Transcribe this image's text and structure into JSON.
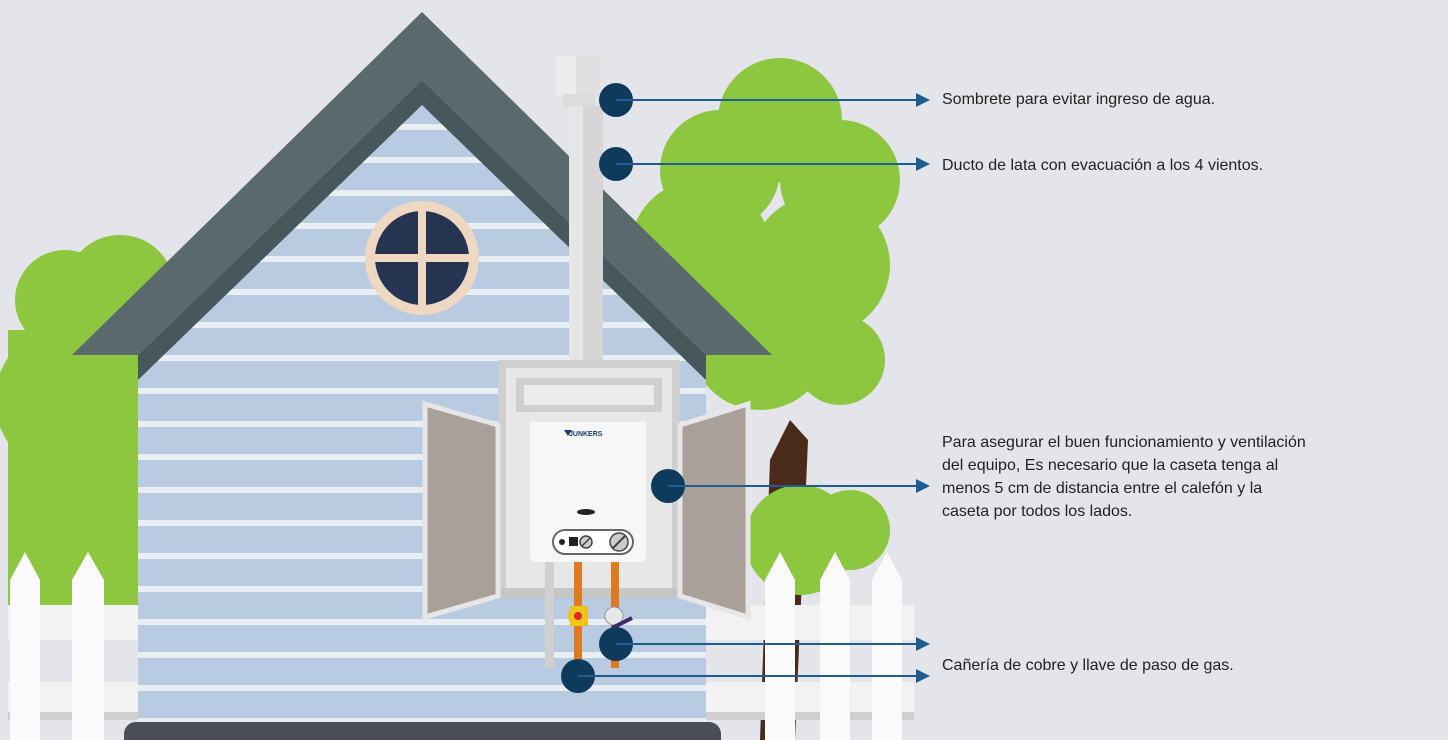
{
  "callouts": {
    "hat": {
      "text": "Sombrete para evitar ingreso de agua."
    },
    "duct": {
      "text": "Ducto de lata con evacuación a los 4 vientos."
    },
    "ventilation": {
      "lines": [
        "Para asegurar el buen funcionamiento y ventilación",
        "del equipo, Es necesario que la caseta tenga al",
        "menos 5 cm de distancia entre el calefón y la",
        "caseta por todos los lados."
      ]
    },
    "pipes": {
      "text": "Cañería de cobre y llave de paso de gas."
    }
  },
  "heater": {
    "brand": "JUNKERS"
  },
  "colors": {
    "background": "#e4e5ea",
    "roof": "#5a6a6c",
    "wall_stripe": "#b8cbe1",
    "tree": "#8dc63f",
    "marker": "#0e3a5c",
    "arrow": "#1d5d93",
    "copper": "#e07a20"
  }
}
